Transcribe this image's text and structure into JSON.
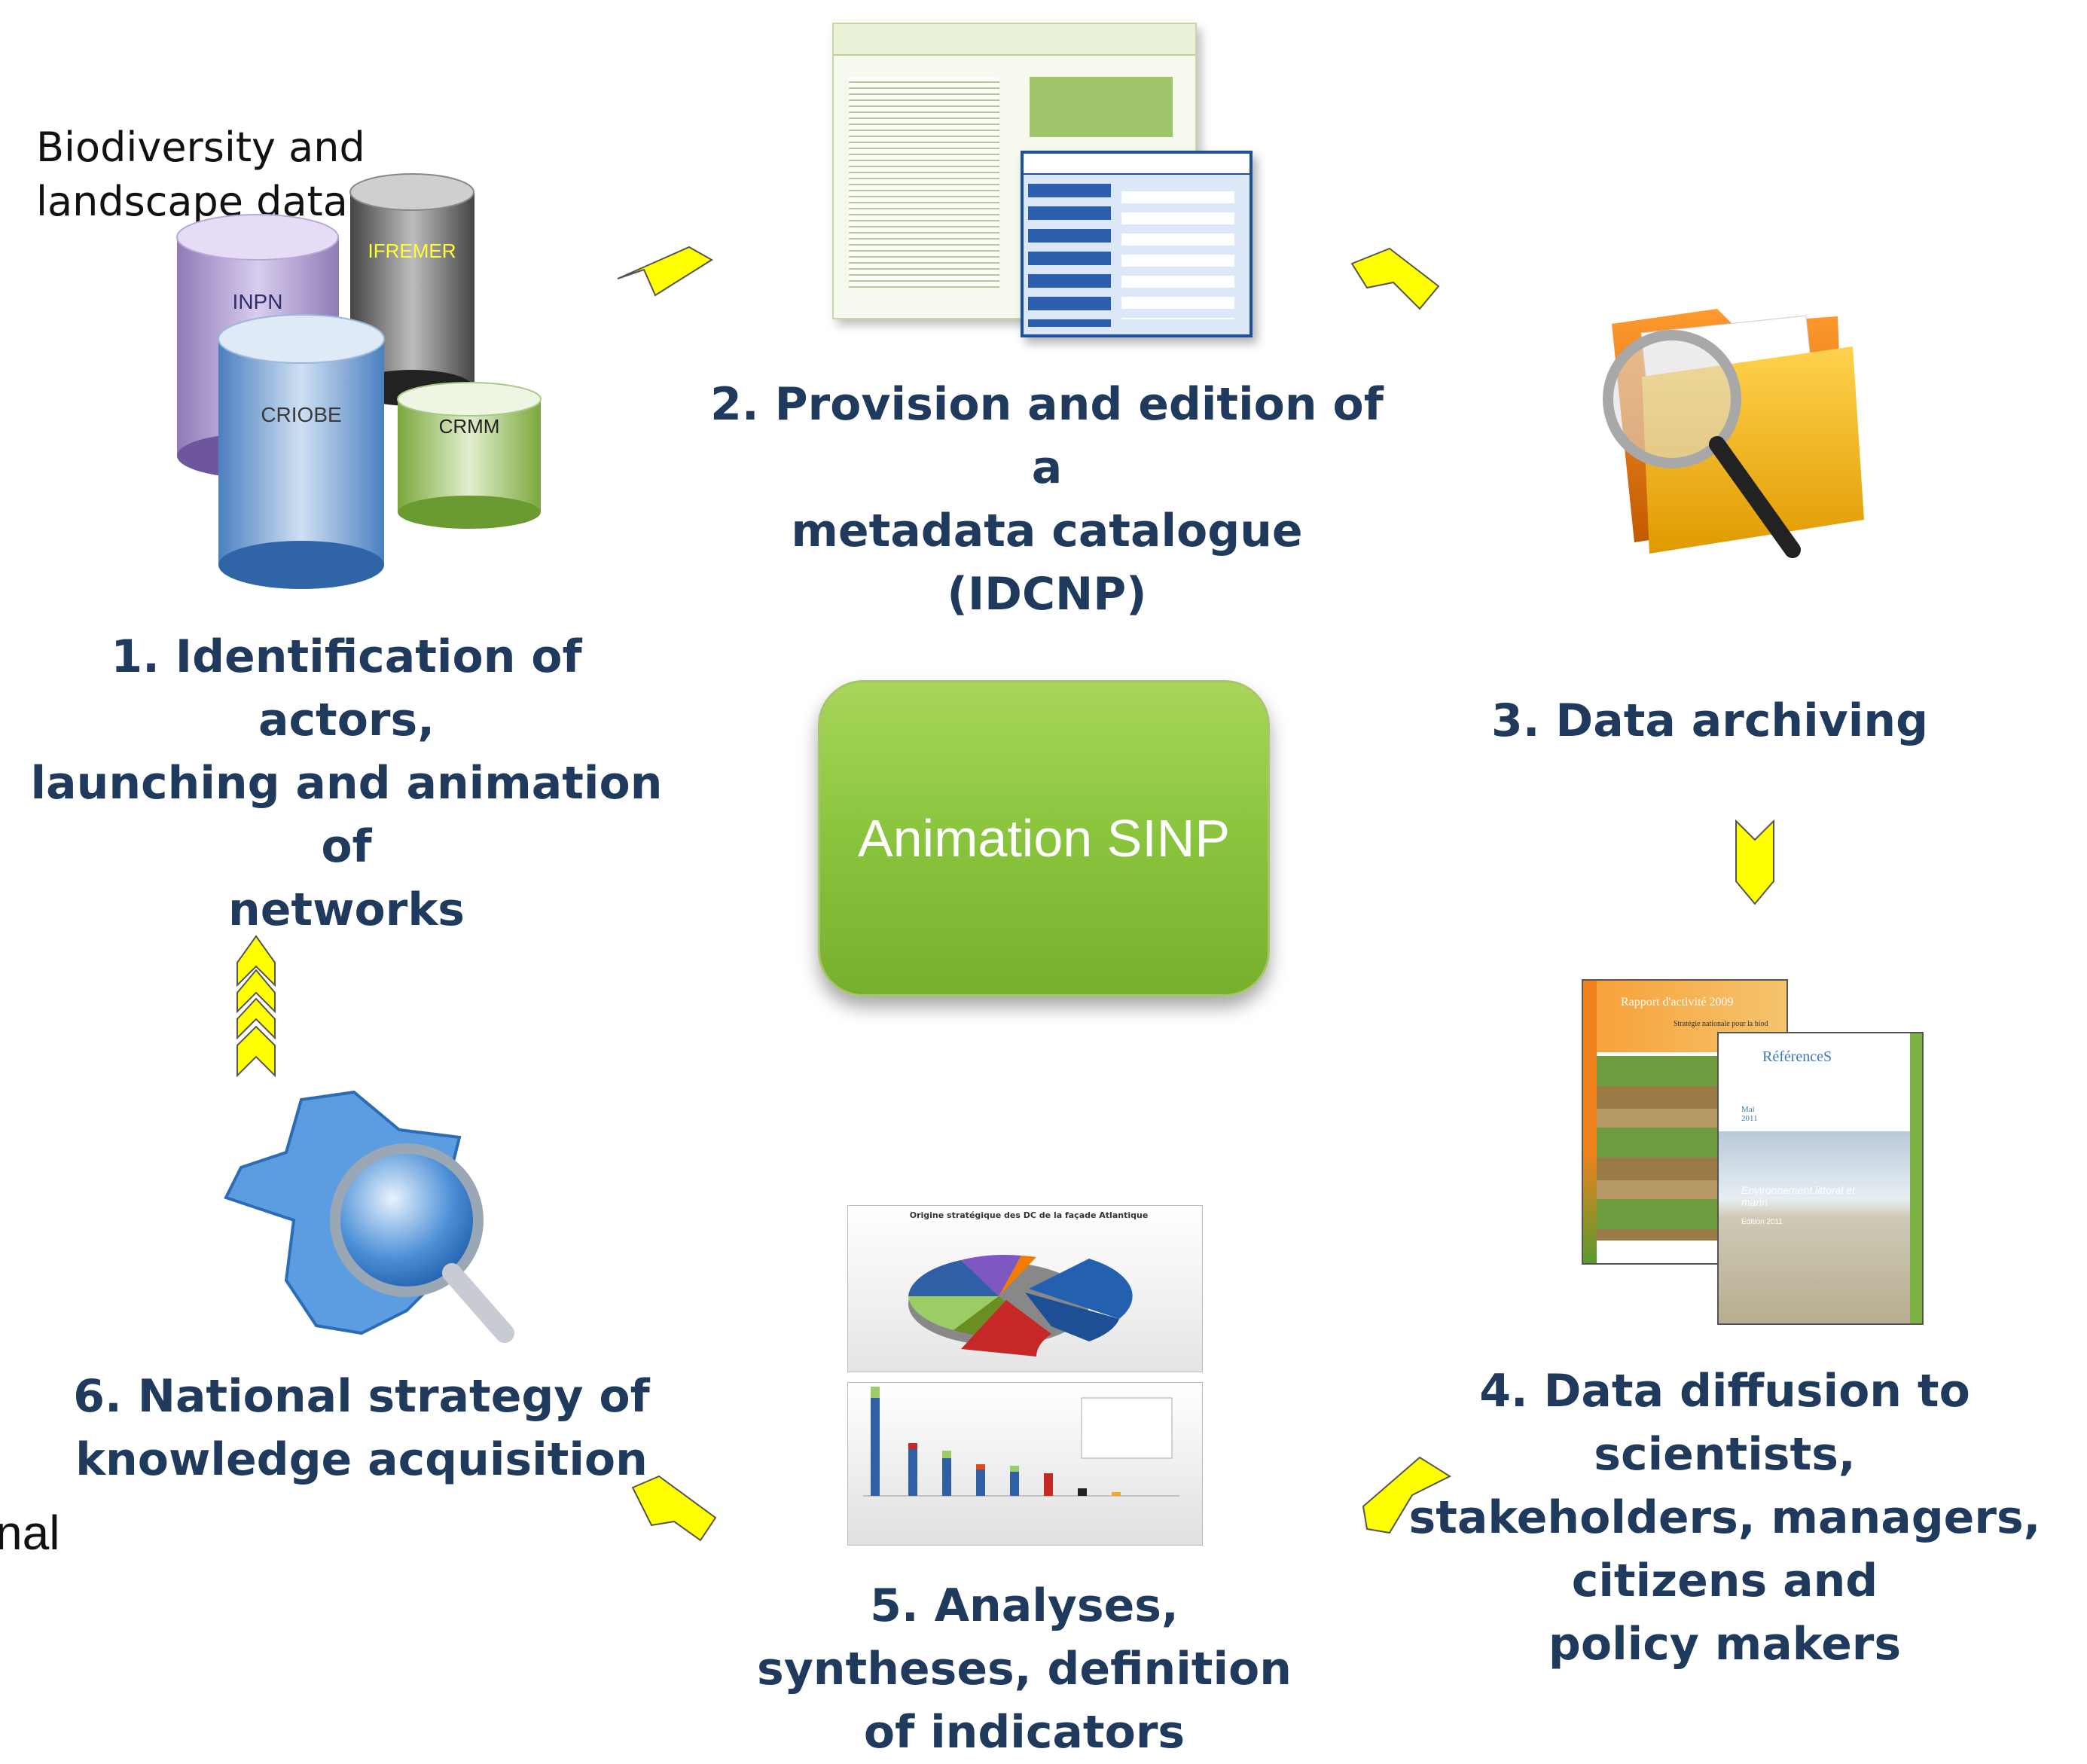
{
  "center": {
    "label": "Animation SINP"
  },
  "steps": [
    {
      "lines": [
        "1. Identification of actors,",
        "launching and animation of",
        "networks"
      ]
    },
    {
      "lines": [
        "2. Provision and edition of a",
        "metadata catalogue",
        "(IDCNP)"
      ]
    },
    {
      "lines": [
        "3. Data archiving"
      ]
    },
    {
      "lines": [
        "4. Data diffusion to scientists,",
        "stakeholders, managers,",
        "citizens and",
        "policy makers"
      ]
    },
    {
      "lines": [
        "5. Analyses,",
        "syntheses, definition",
        "of indicators"
      ]
    },
    {
      "lines": [
        "6. National strategy of",
        "knowledge acquisition"
      ]
    }
  ],
  "databases": {
    "caption_lines": [
      "Biodiversity and",
      "landscape data"
    ],
    "labels": {
      "inpn": "INPN",
      "ifremer": "IFREMER",
      "criobe": "CRIOBE",
      "crmm": "CRMM"
    }
  },
  "report_covers": {
    "cover1_title": "Rapport d'activité 2009",
    "cover1_subtitle": "Stratégie nationale pour la biod",
    "cover2_title": "RéférenceS",
    "cover2_text": "Environnement littoral et marin",
    "cover2_edition": "Édition 2011",
    "cover2_date": "Mai 2011"
  },
  "chart_thumbnail": {
    "title": "Origine stratégique des DC de la façade Atlantique"
  },
  "edge_text": "nal",
  "colors": {
    "step_text": "#1f3a5c",
    "arrow_fill": "#ffff00",
    "center_green": "#8cc63f"
  }
}
